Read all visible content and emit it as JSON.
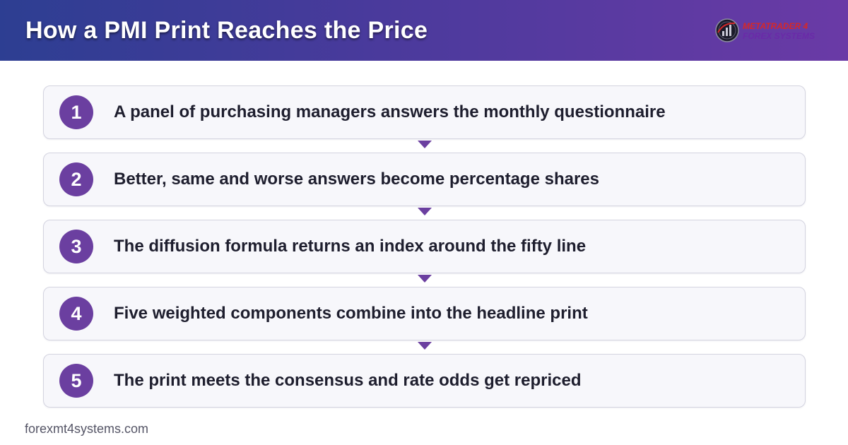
{
  "header": {
    "title": "How a PMI Print Reaches the Price",
    "logo": {
      "line1": "METATRADER 4",
      "line2": "FOREX SYSTEMS",
      "line1_color": "#d62828",
      "line2_color": "#6a2aa8"
    }
  },
  "colors": {
    "header_start": "#2d3e92",
    "header_end": "#6a3aa6",
    "accent": "#6b3fa0",
    "card_bg": "#f7f7fb",
    "text": "#1e1e2e"
  },
  "steps": [
    {
      "number": "1",
      "text": "A panel of purchasing managers answers the monthly questionnaire"
    },
    {
      "number": "2",
      "text": "Better, same and worse answers become percentage shares"
    },
    {
      "number": "3",
      "text": "The diffusion formula returns an index around the fifty line"
    },
    {
      "number": "4",
      "text": "Five weighted components combine into the headline print"
    },
    {
      "number": "5",
      "text": "The print meets the consensus and rate odds get repriced"
    }
  ],
  "footer": {
    "url": "forexmt4systems.com"
  }
}
